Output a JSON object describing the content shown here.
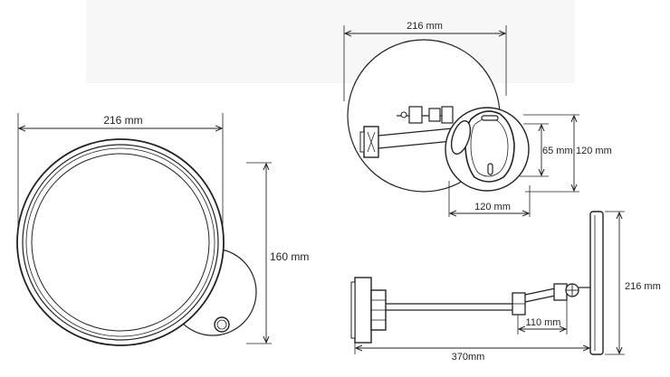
{
  "dimensions": {
    "front_width": "216 mm",
    "front_height": "160 mm",
    "detail_width": "216 mm",
    "bracket_inner": "65 mm",
    "bracket_outer": "120 mm",
    "bracket_width": "120 mm",
    "side_height": "216 mm",
    "arm_segment": "110 mm",
    "total_reach": "370mm"
  },
  "colors": {
    "line": "#222222",
    "background": "#ffffff",
    "faint_panel": "#f7f7f7"
  }
}
